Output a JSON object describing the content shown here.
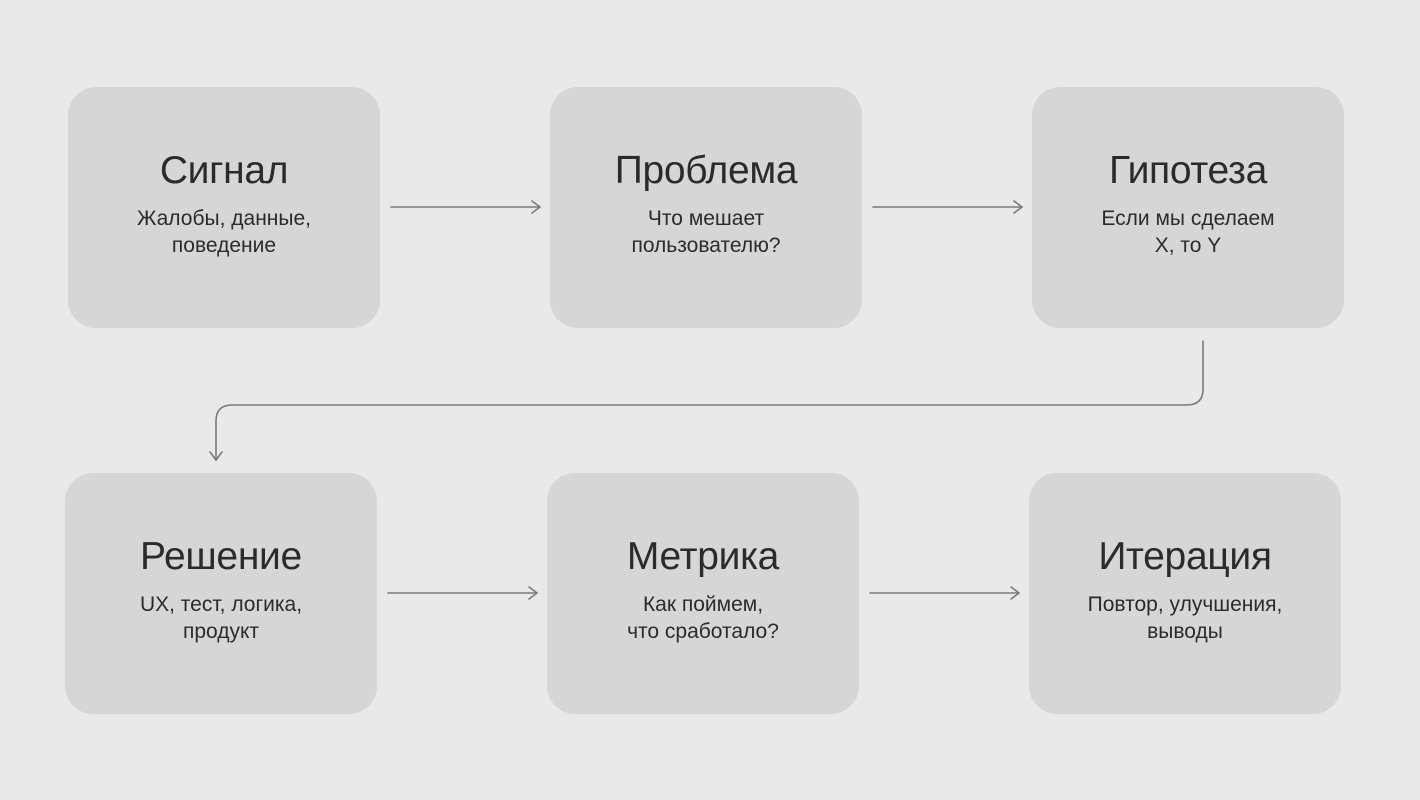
{
  "colors": {
    "background": "#e9e9e9",
    "card": "#d6d6d6",
    "text": "#2b2b2b",
    "arrow": "#7a7a7a"
  },
  "steps": [
    {
      "title": "Сигнал",
      "subtitle": "Жалобы, данные,\nповедение"
    },
    {
      "title": "Проблема",
      "subtitle": "Что мешает\nпользователю?"
    },
    {
      "title": "Гипотеза",
      "subtitle": "Если мы сделаем\nX, то Y"
    },
    {
      "title": "Решение",
      "subtitle": "UX, тест, логика,\nпродукт"
    },
    {
      "title": "Метрика",
      "subtitle": "Как поймем,\nчто сработало?"
    },
    {
      "title": "Итерация",
      "subtitle": "Повтор, улучшения,\nвыводы"
    }
  ]
}
